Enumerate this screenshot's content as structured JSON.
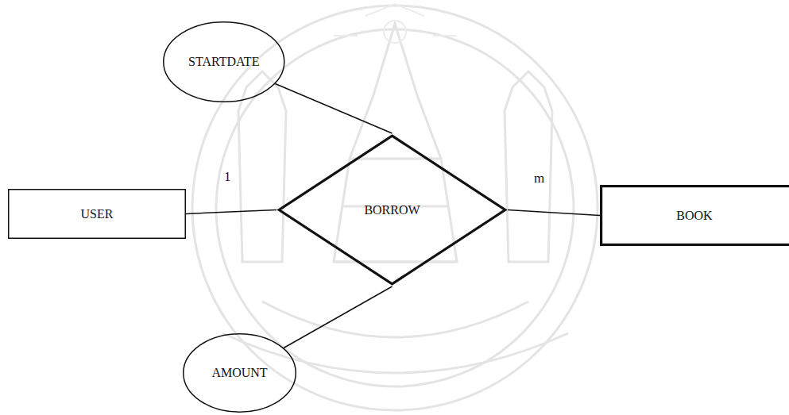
{
  "diagram": {
    "nodes": [
      {
        "text": [
          "STARTDATE"
        ]
      },
      {
        "text": [
          "USER"
        ]
      },
      {
        "text": [
          "BORROW"
        ]
      },
      {
        "text": [
          "BOOK"
        ]
      },
      {
        "text": [
          "AMOUNT"
        ]
      }
    ],
    "edges": [
      {
        "from": 1,
        "to": 2,
        "arrow": "none"
      },
      {
        "from": 2,
        "to": 3,
        "arrow": "none"
      },
      {
        "from": 0,
        "to": 2,
        "arrow": "none"
      },
      {
        "from": 4,
        "to": 2,
        "arrow": "none"
      }
    ],
    "labels": [
      "1",
      "m"
    ]
  }
}
